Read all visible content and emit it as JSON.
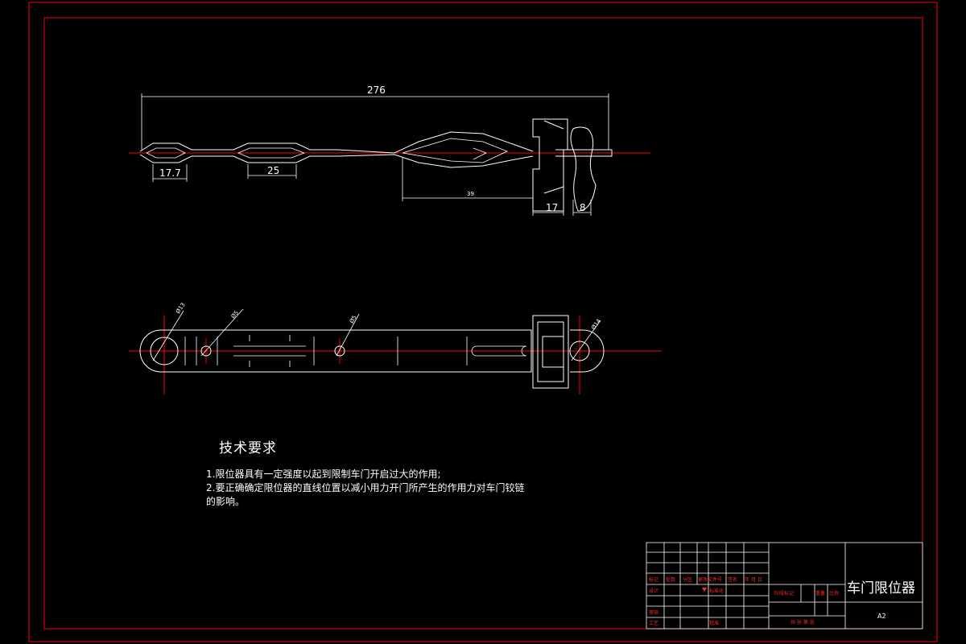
{
  "drawing": {
    "dimensions": {
      "overall_length": "276",
      "end_width": "17.7",
      "mid_length": "25",
      "taper_length": "39",
      "housing_width": "17",
      "cap_width": "8"
    },
    "plan_view_dims": {
      "dia_end_left": "Ø13",
      "dia_hole_1": "Ø5",
      "dia_hole_2": "Ø5",
      "dia_end_right": "Ø14"
    }
  },
  "notes": {
    "heading": "技术要求",
    "items": [
      "1.限位器具有一定强度以起到限制车门开启过大的作用;",
      "2.要正确确定限位器的直线位置以减小用力开门所产生的作用力对车门铰链",
      "的影响。"
    ]
  },
  "title_block": {
    "part_name": "车门限位器",
    "sheet_size": "A2",
    "labels": {
      "mark": "标记",
      "count": "处数",
      "zone": "分区",
      "change_doc": "更改文件号",
      "signature": "签名",
      "date": "年 月 日",
      "design": "设计",
      "standardize": "标准化",
      "review": "审核",
      "process": "工艺",
      "approve": "批准",
      "stage_mark": "阶段标记",
      "weight": "重量",
      "scale": "比例",
      "sheets": "共 张  第 张"
    }
  },
  "colors": {
    "background": "#000000",
    "frame": "#ff0000",
    "geometry": "#ffffff",
    "centerline": "#ff0000"
  }
}
